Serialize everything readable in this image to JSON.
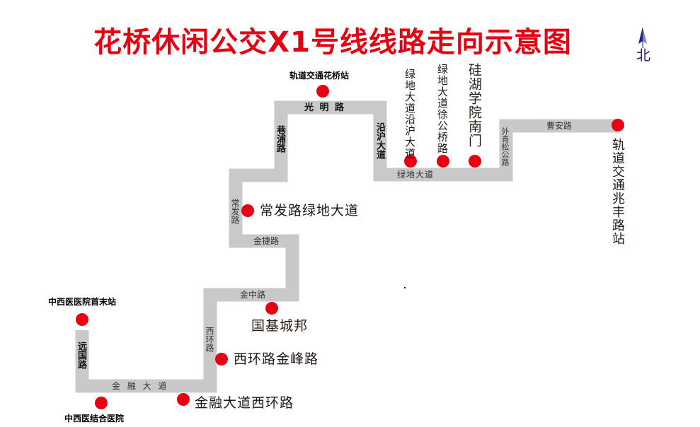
{
  "title": "花桥休闲公交X1号线线路走向示意图",
  "north_label": "北",
  "colors": {
    "title": "#e60012",
    "station": "#e60012",
    "road": "#c9c9c9",
    "north": "#1d2088"
  },
  "roads": {
    "yuanguo": "远国路",
    "jinrong": "金 融 大 道",
    "xihuan": "西环路",
    "jinzhong": "金中路",
    "jinjie": "金捷路",
    "changfa": "常发路",
    "xiangpu": "巷浦路",
    "guangming": "光 明 路",
    "yanhu": "沿沪大道",
    "lvdi": "绿地大道",
    "waiqingsong": "外青松公路",
    "caoan": "曹安路"
  },
  "stations": {
    "s1": "中西医医院首末站",
    "s2": "中西医结合医院",
    "s3": "金融大道西环路",
    "s4": "西环路金峰路",
    "s5": "国基城邦",
    "s6": "常发路绿地大道",
    "s7": "轨道交通花桥站",
    "s8": "绿地大道沿沪大道",
    "s9": "绿地大道徐公桥路",
    "s10": "硅湖学院南门",
    "s11": "轨道交通兆丰路站"
  }
}
